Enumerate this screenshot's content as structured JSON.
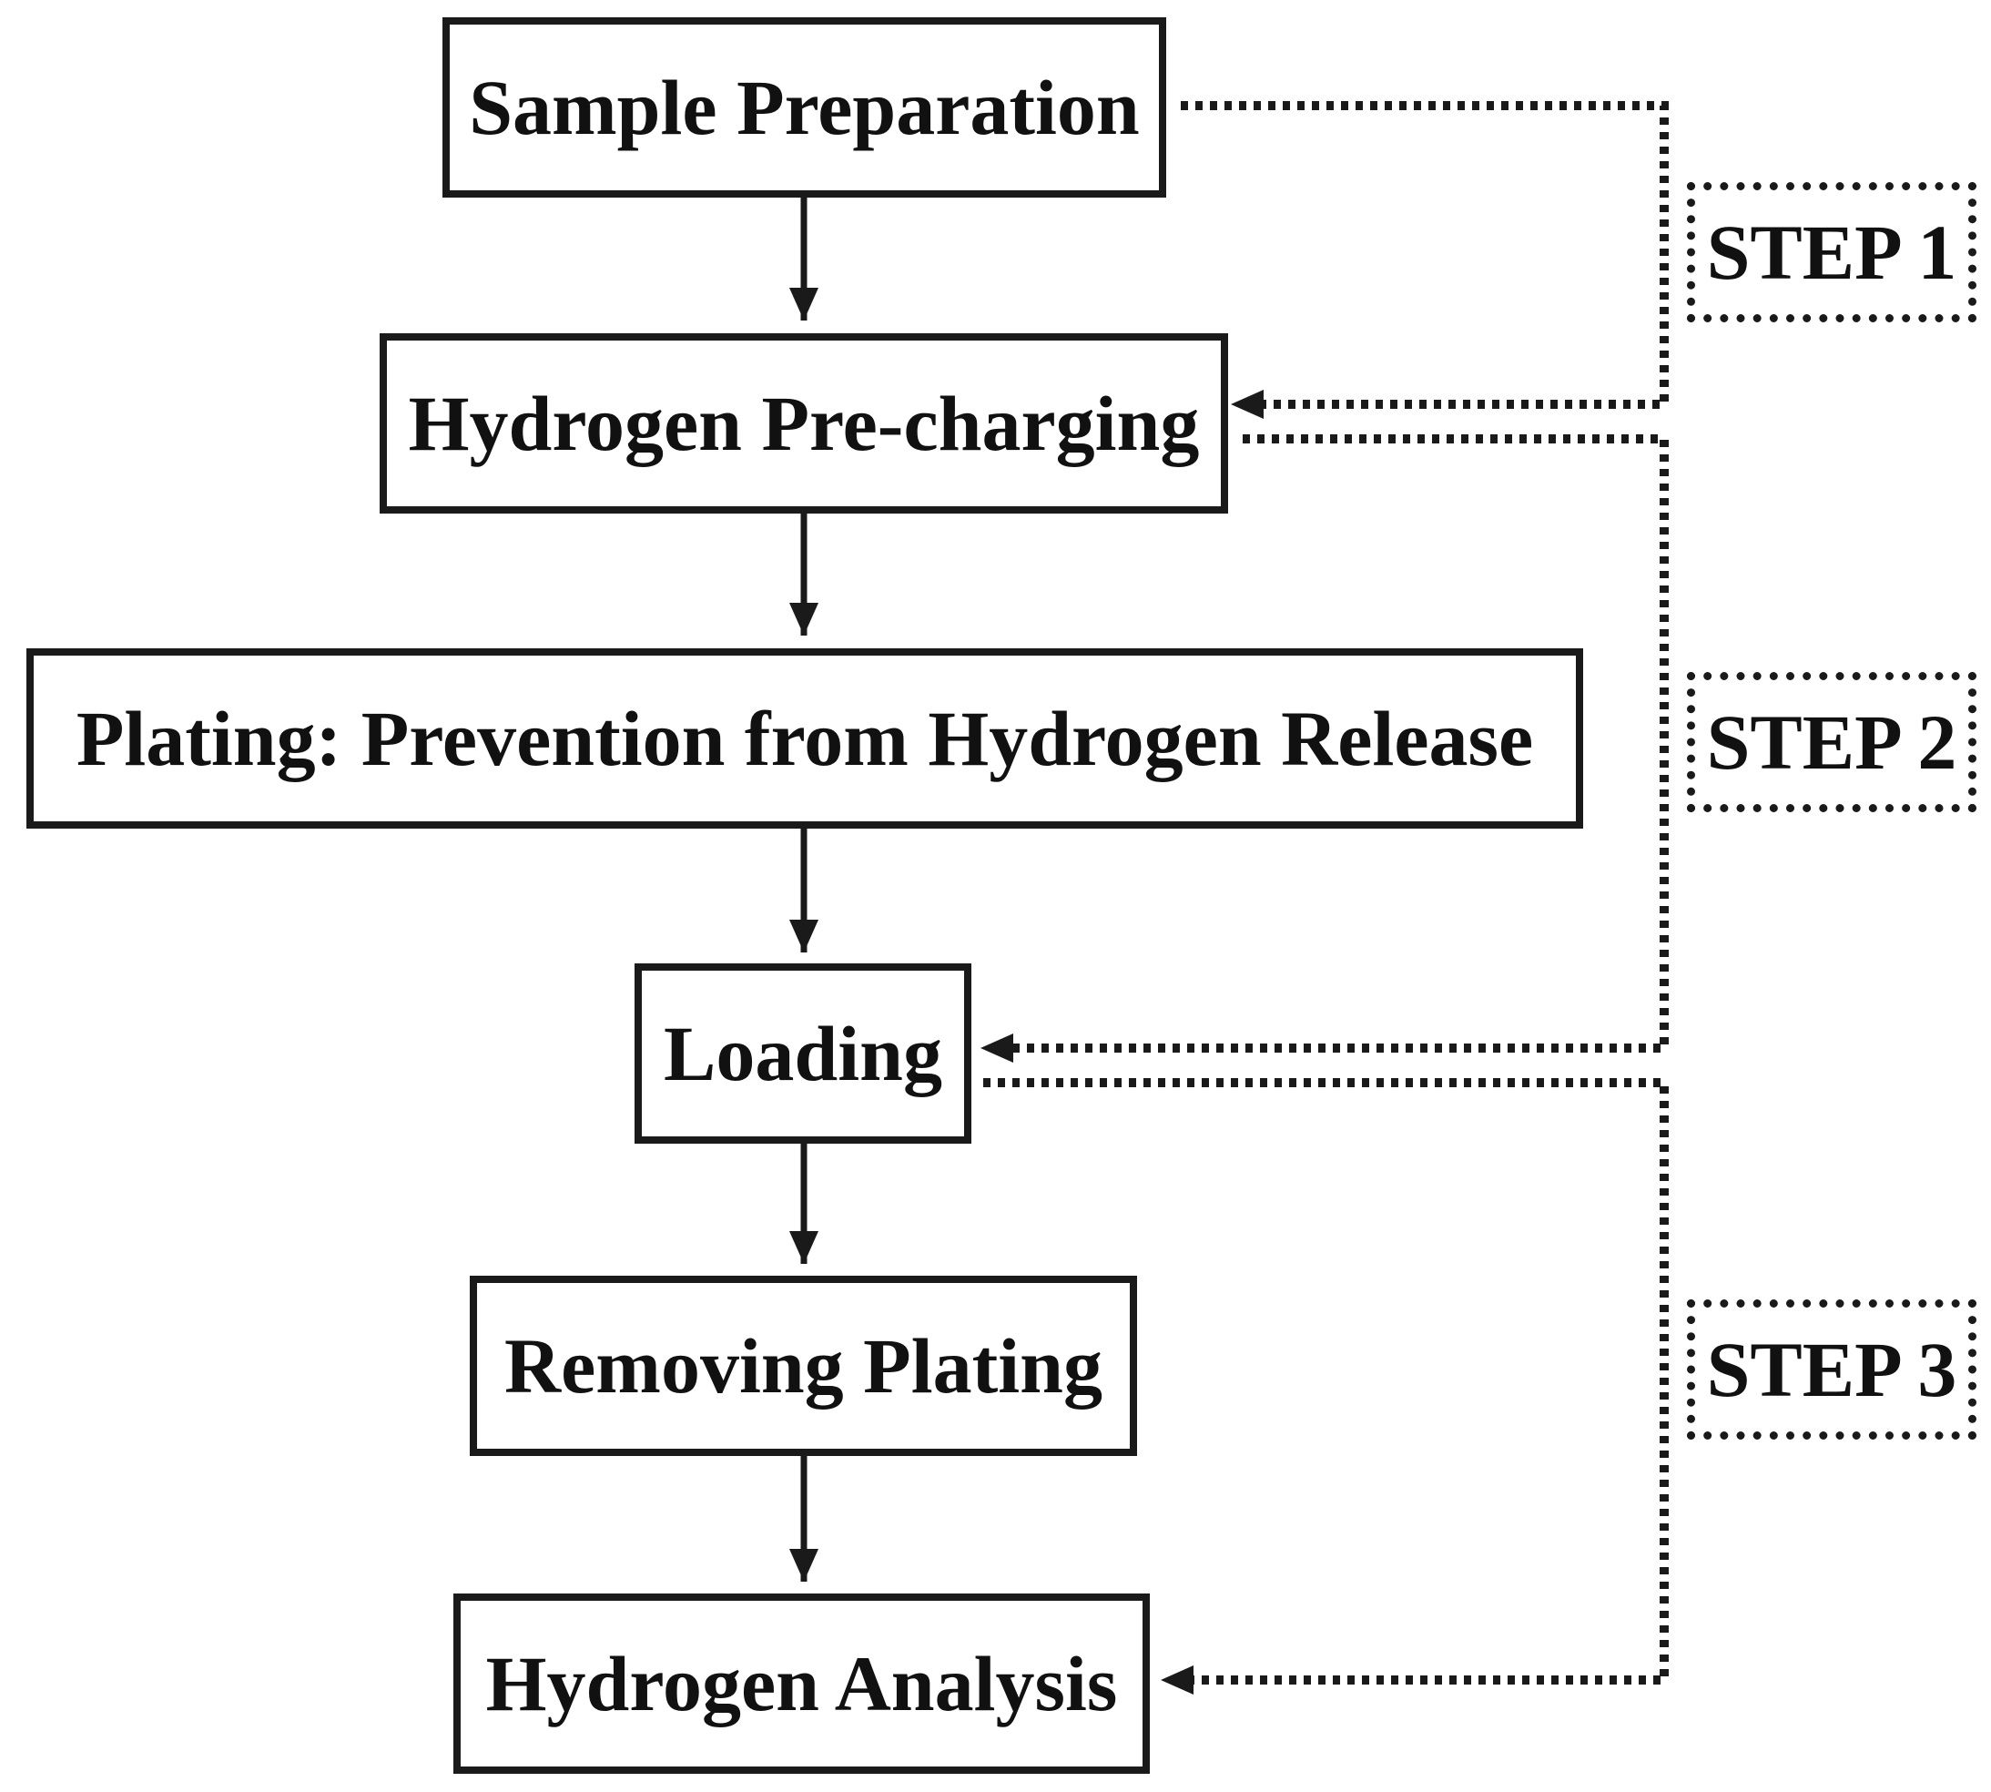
{
  "flow": {
    "boxes": [
      "Sample Preparation",
      "Hydrogen Pre-charging",
      "Plating: Prevention from Hydrogen Release",
      "Loading",
      "Removing Plating",
      "Hydrogen Analysis"
    ]
  },
  "steps": [
    "STEP 1",
    "STEP 2",
    "STEP 3"
  ],
  "colors": {
    "line": "#1a1a1a",
    "text": "#111111",
    "background": "#ffffff"
  }
}
